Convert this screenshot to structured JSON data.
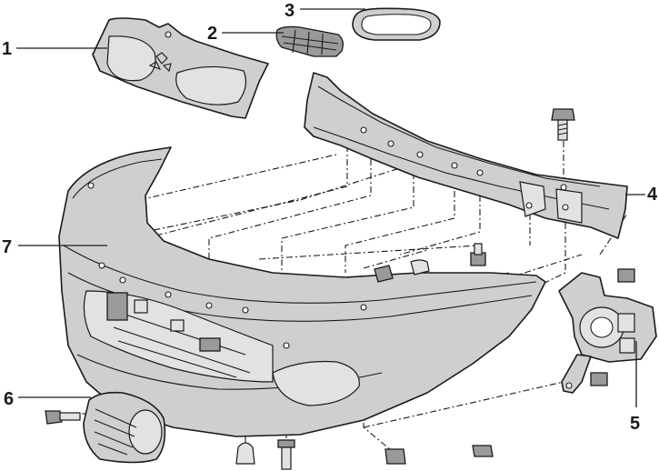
{
  "callouts": [
    {
      "label": "1",
      "part": "radiator-grille"
    },
    {
      "label": "2",
      "part": "grille-insert"
    },
    {
      "label": "3",
      "part": "emblem-frame"
    },
    {
      "label": "4",
      "part": "bumper-reinforcement-beam"
    },
    {
      "label": "5",
      "part": "headlight-washer-bracket"
    },
    {
      "label": "6",
      "part": "fog-lamp-cover"
    },
    {
      "label": "7",
      "part": "front-bumper-cover"
    }
  ]
}
